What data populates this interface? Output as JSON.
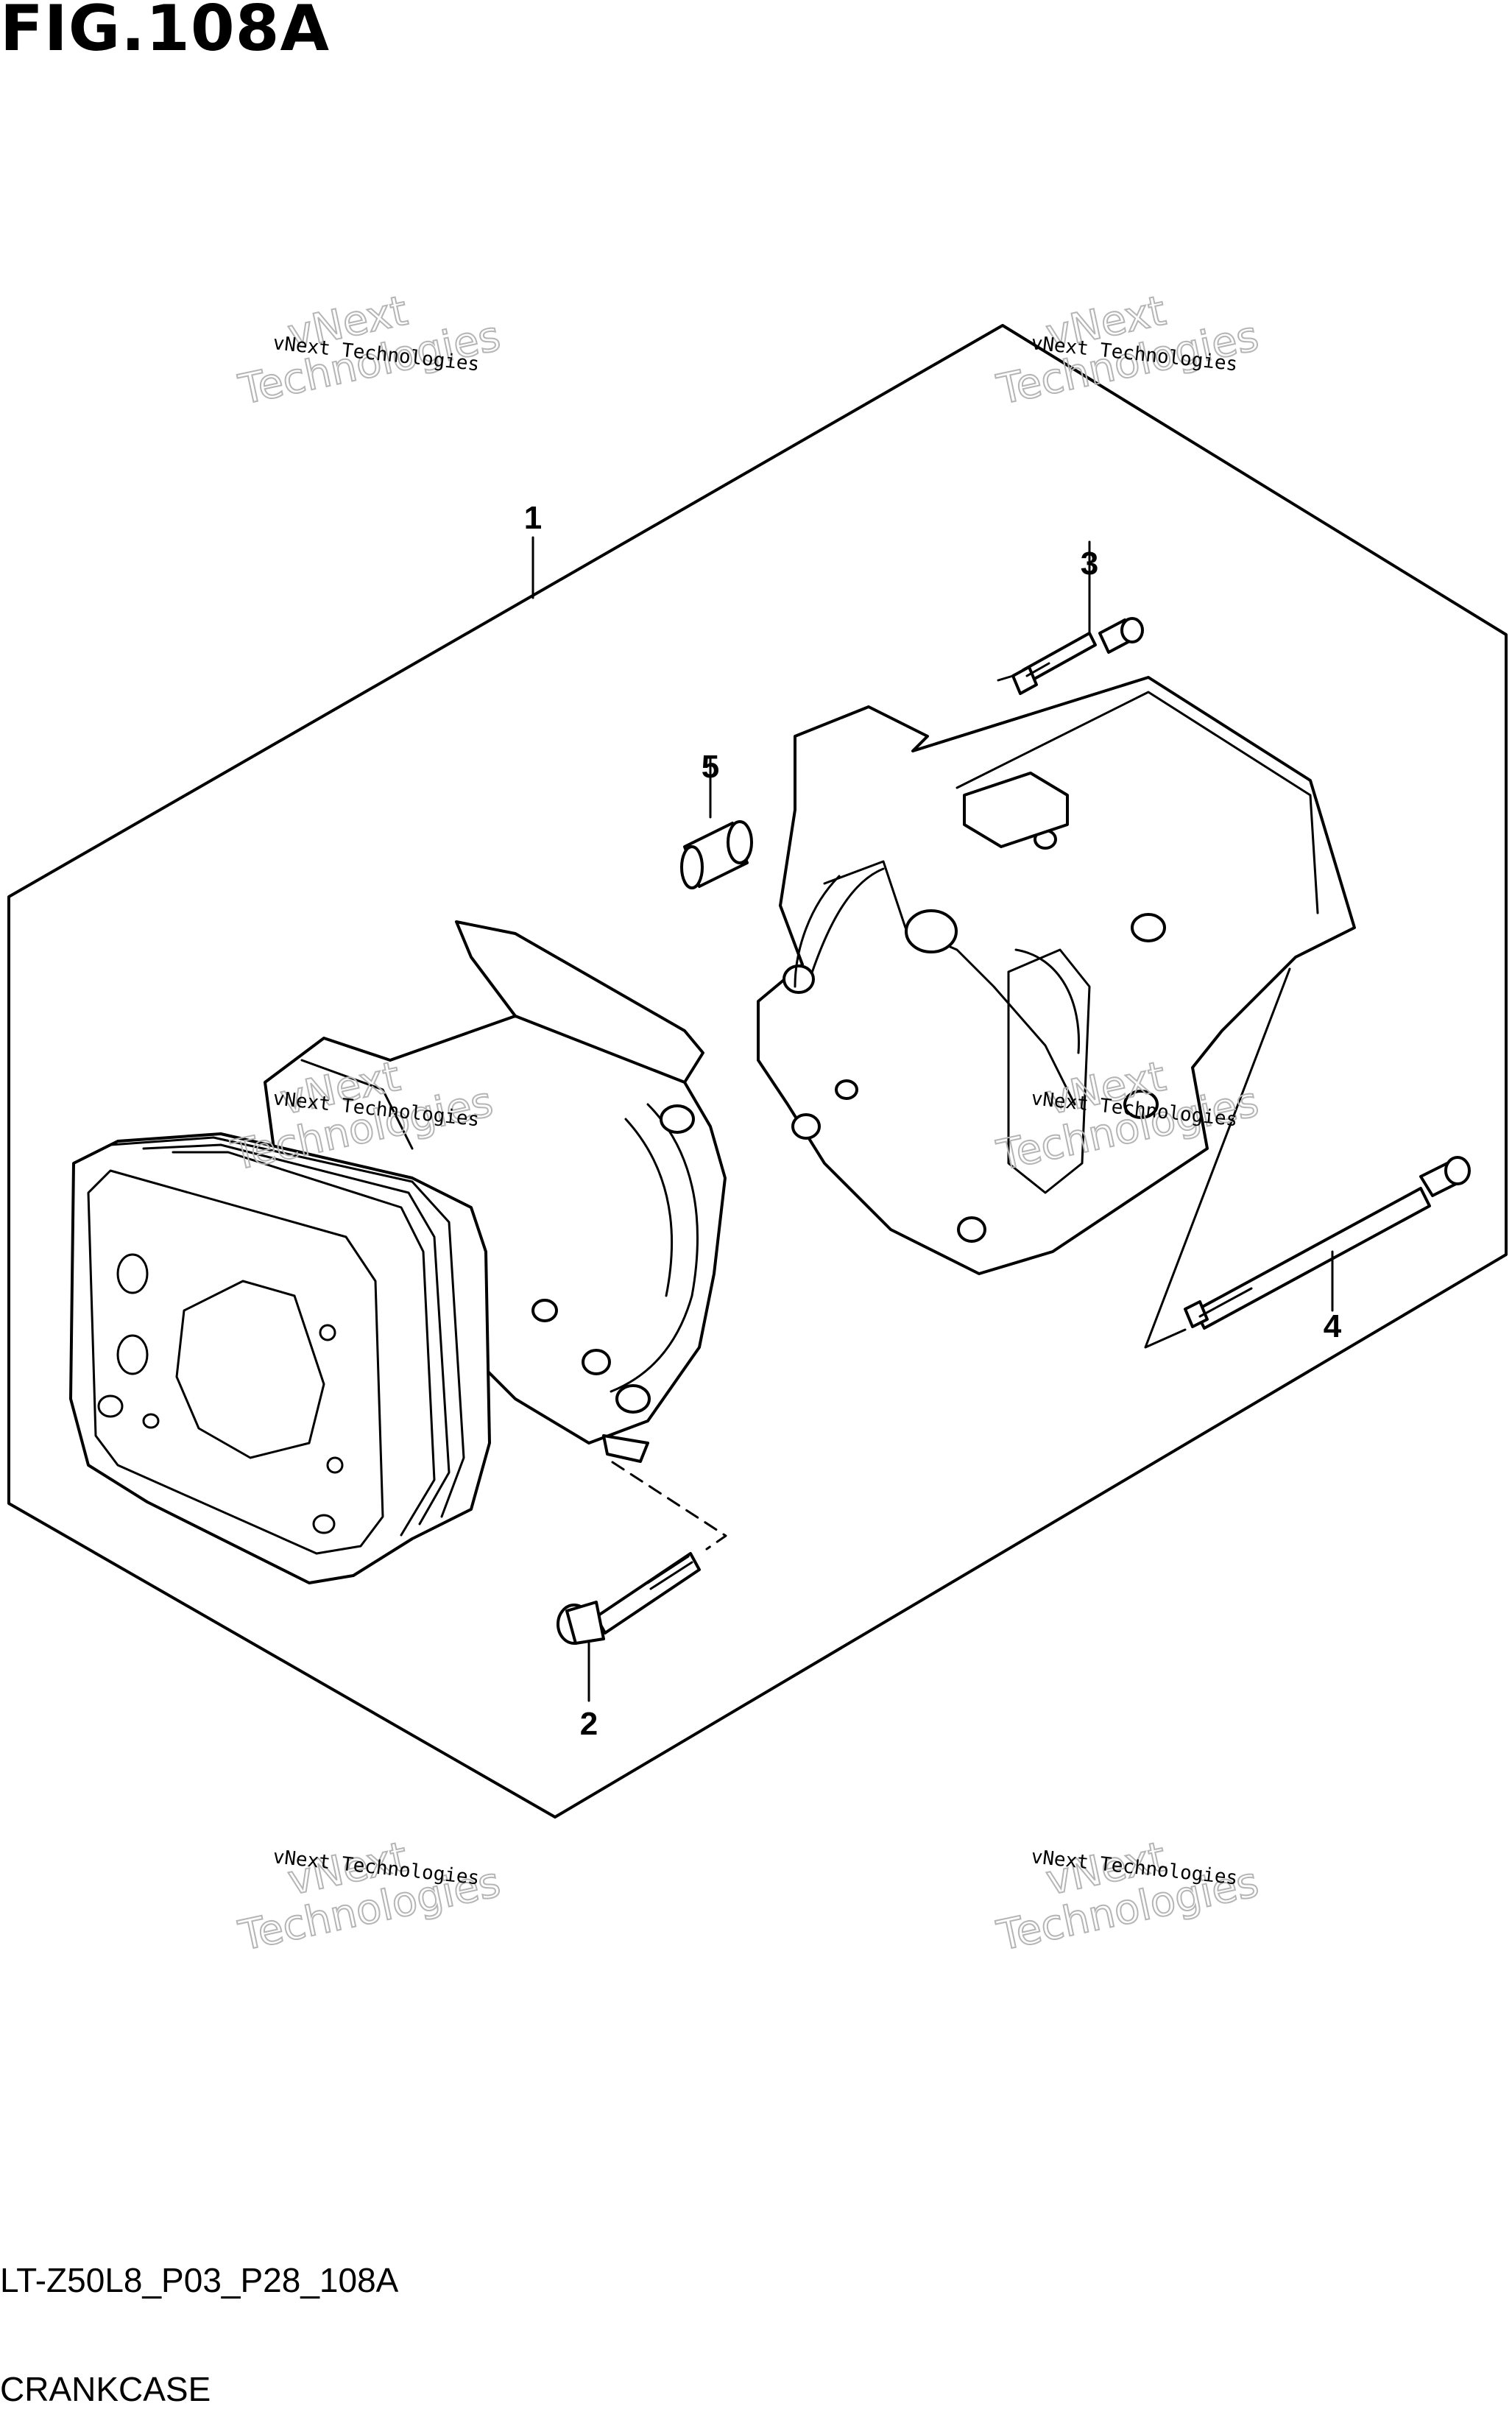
{
  "figure": {
    "title": "FIG.108A",
    "code": "LT-Z50L8_P03_P28_108A",
    "caption": "CRANKCASE"
  },
  "callouts": [
    {
      "number": "1"
    },
    {
      "number": "2"
    },
    {
      "number": "3"
    },
    {
      "number": "4"
    },
    {
      "number": "5"
    }
  ],
  "watermark": {
    "small": "vNext Technologies",
    "large_1": "vNext",
    "large_2": "Technologies"
  }
}
